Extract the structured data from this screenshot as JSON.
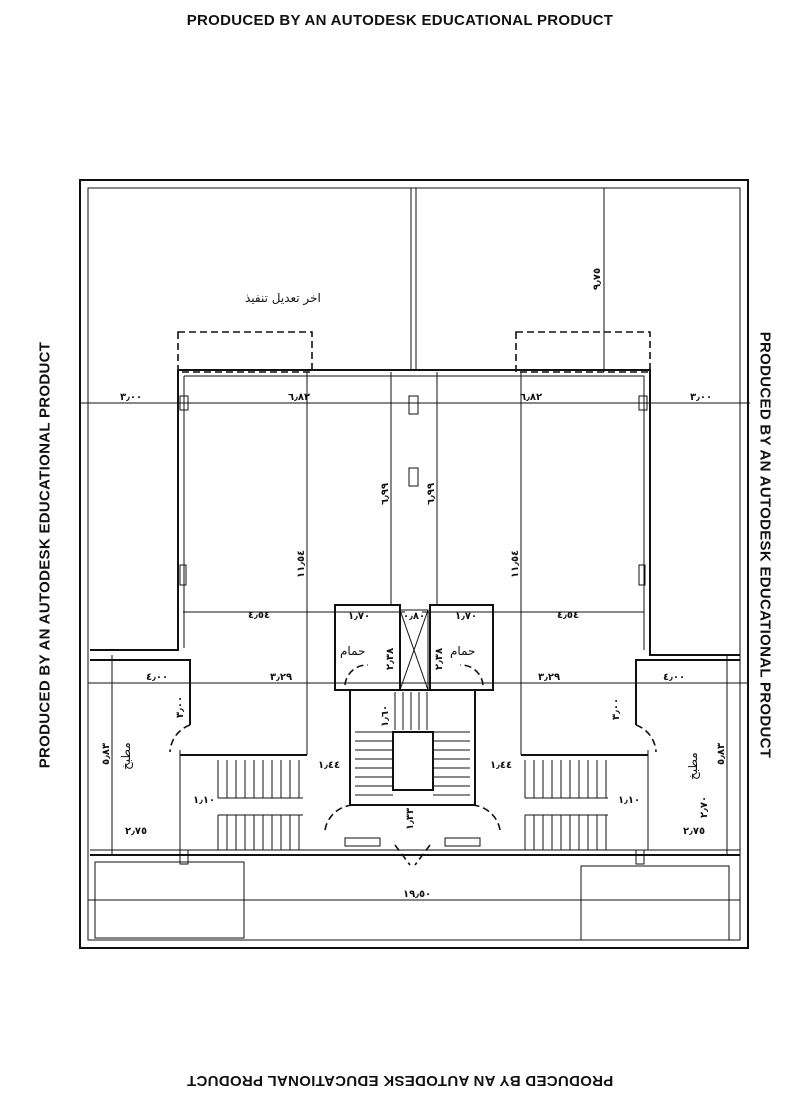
{
  "watermark": "PRODUCED BY AN AUTODESK EDUCATIONAL PRODUCT",
  "note": "اخر تعديل تنفيذ",
  "rooms": {
    "kitchen": "مطبخ",
    "bathroom": "حمام"
  },
  "dimensions": {
    "side_setback": "٣٫٠٠",
    "front_width": "٦٫٨٢",
    "garden_depth": "٩٫٧٥",
    "corridor_length": "٦٫٩٩",
    "hall_length": "١١٫٥٤",
    "hall_width": "٤٫٥٤",
    "bath_width": "١٫٧٠",
    "shaft_width": "٠٫٨٠",
    "bath_length": "٢٫٣٨",
    "kitchen_width": "٤٫٠٠",
    "living_width": "٣٫٢٩",
    "passage_length": "٣٫٠٠",
    "kitchen_length": "٥٫٨٣",
    "stair_gap": "١٫٤٤",
    "landing": "١٫١٠",
    "rear_depth": "٢٫٧٥",
    "rear_depth_right": "٢٫٧٠",
    "core_stair": "١٫٦٠",
    "entrance": "١٫٣٣",
    "total_width": "١٩٫٥٠"
  }
}
